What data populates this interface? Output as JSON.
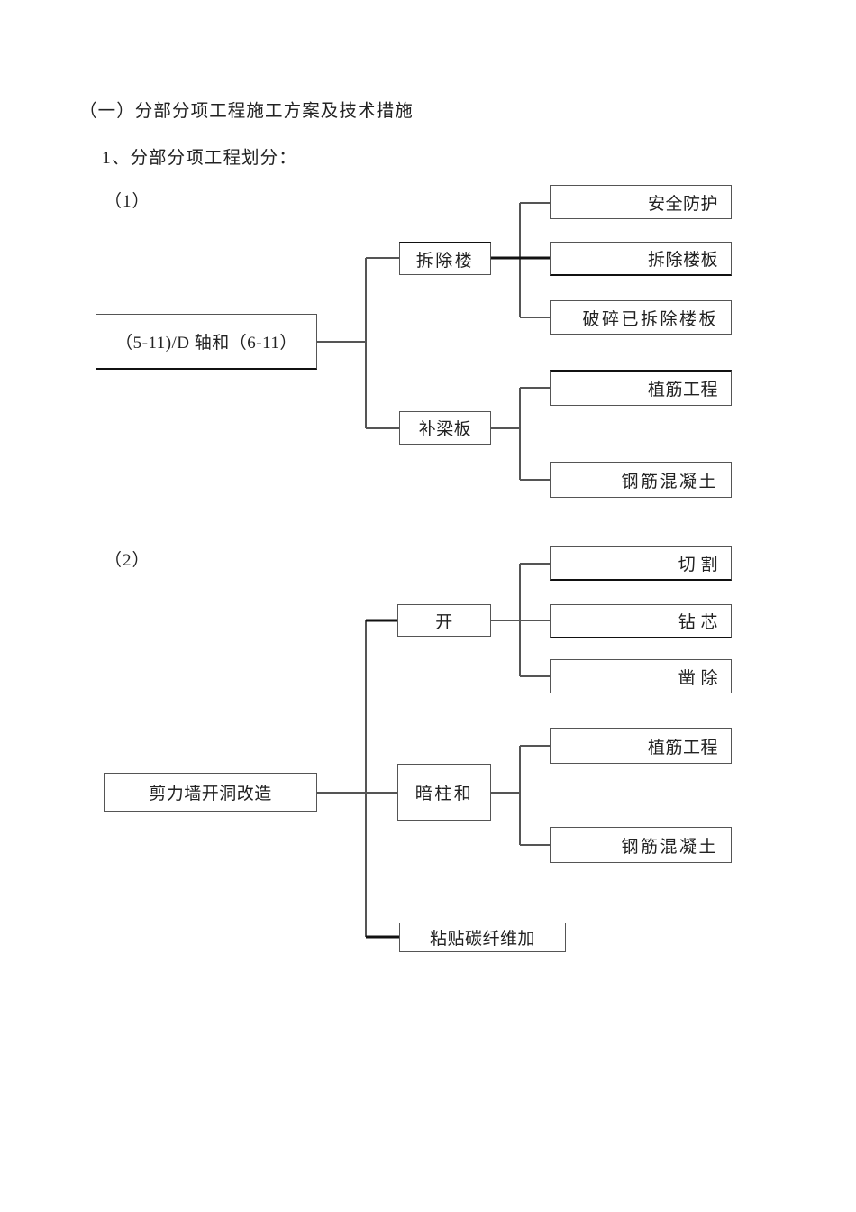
{
  "document": {
    "heading_main": "（一）分部分项工程施工方案及技术措施",
    "heading_sub": "1、分部分项工程划分："
  },
  "diagram_1": {
    "label": "（1）",
    "root": {
      "text": "（5-11)/D 轴和（6-11）"
    },
    "branches": [
      {
        "node": "拆除楼",
        "leaves": [
          "安全防护",
          "拆除楼板",
          "破碎已拆除楼板"
        ]
      },
      {
        "node": "补梁板",
        "leaves": [
          "植筋工程",
          "钢筋混凝土"
        ]
      }
    ]
  },
  "diagram_2": {
    "label": "（2）",
    "root": {
      "text": "剪力墙开洞改造"
    },
    "branches": [
      {
        "node": "开",
        "leaves": [
          "切  割",
          "钻  芯",
          "凿  除"
        ]
      },
      {
        "node": "暗柱和",
        "leaves": [
          "植筋工程",
          "钢筋混凝土"
        ]
      },
      {
        "node": "粘贴碳纤维加",
        "leaves": []
      }
    ]
  },
  "colors": {
    "page_background": "#ffffff",
    "text": "#222222",
    "box_border": "#555555",
    "connector": "#555555",
    "connector_heavy": "#111111"
  }
}
